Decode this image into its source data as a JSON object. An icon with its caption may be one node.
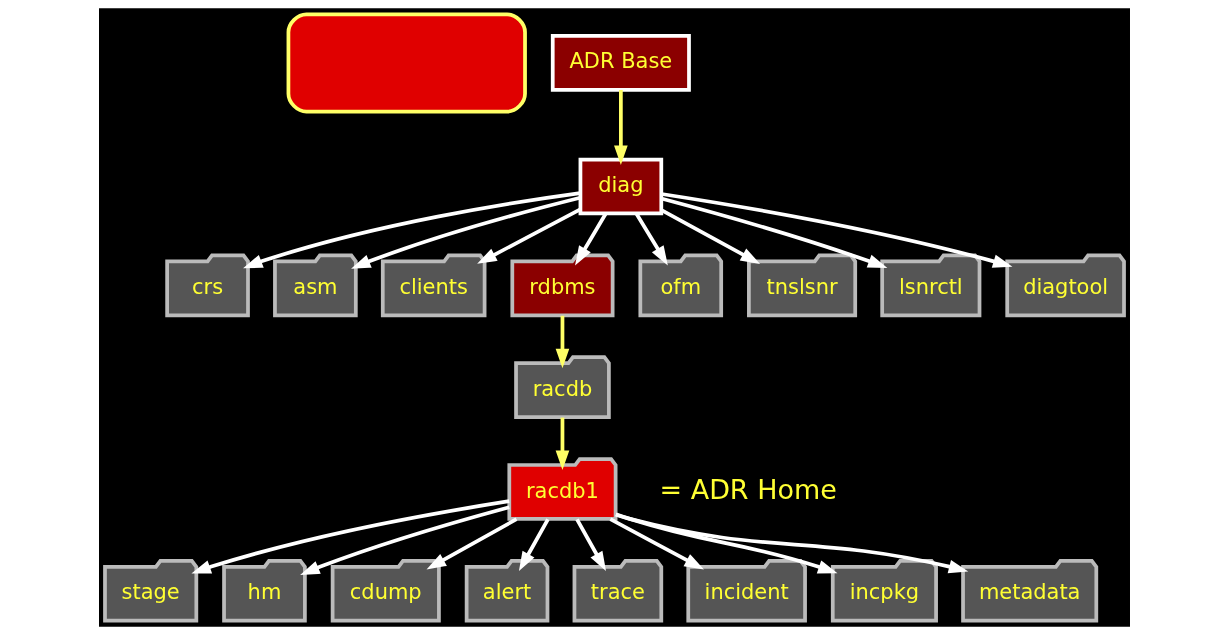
{
  "diagram": {
    "nodes": [
      {
        "text": [],
        "shape": "box"
      },
      {
        "text": [
          "ADR Base"
        ]
      },
      {
        "text": [
          "diag"
        ]
      },
      {
        "text": [
          "crs"
        ]
      },
      {
        "text": [
          "asm"
        ]
      },
      {
        "text": [
          "clients"
        ]
      },
      {
        "text": [
          "rdbms"
        ]
      },
      {
        "text": [
          "ofm"
        ]
      },
      {
        "text": [
          "tnslsnr"
        ]
      },
      {
        "text": [
          "lsnrctl"
        ]
      },
      {
        "text": [
          "diagtool"
        ]
      },
      {
        "text": [
          "racdb"
        ]
      },
      {
        "text": [
          "racdb1"
        ],
        "beside": [
          "= ADR Home"
        ]
      },
      {
        "text": [
          "stage"
        ]
      },
      {
        "text": [
          "hm"
        ]
      },
      {
        "text": [
          "cdump"
        ]
      },
      {
        "text": [
          "alert"
        ]
      },
      {
        "text": [
          "trace"
        ]
      },
      {
        "text": [
          "incident"
        ]
      },
      {
        "text": [
          "incpkg"
        ]
      },
      {
        "text": [
          "metadata"
        ]
      }
    ],
    "edges": [
      {
        "from": 1,
        "to": 2,
        "arrow": "to",
        "color": "#ffff66"
      },
      {
        "from": 2,
        "to": 3,
        "arrow": "to"
      },
      {
        "from": 2,
        "to": 4,
        "arrow": "to"
      },
      {
        "from": 2,
        "to": 5,
        "arrow": "to"
      },
      {
        "from": 2,
        "to": 6,
        "arrow": "to"
      },
      {
        "from": 2,
        "to": 7,
        "arrow": "to"
      },
      {
        "from": 2,
        "to": 8,
        "arrow": "to"
      },
      {
        "from": 2,
        "to": 9,
        "arrow": "to"
      },
      {
        "from": 2,
        "to": 10,
        "arrow": "to"
      },
      {
        "from": 6,
        "to": 11,
        "arrow": "to",
        "color": "#ffff66"
      },
      {
        "from": 11,
        "to": 12,
        "arrow": "to",
        "color": "#ffff66"
      },
      {
        "from": 12,
        "to": 13,
        "arrow": "to"
      },
      {
        "from": 12,
        "to": 14,
        "arrow": "to"
      },
      {
        "from": 12,
        "to": 15,
        "arrow": "to"
      },
      {
        "from": 12,
        "to": 16,
        "arrow": "to"
      },
      {
        "from": 12,
        "to": 17,
        "arrow": "to"
      },
      {
        "from": 12,
        "to": 18,
        "arrow": "to"
      },
      {
        "from": 12,
        "to": 19,
        "arrow": "to"
      },
      {
        "from": 12,
        "to": 20,
        "arrow": "to"
      }
    ]
  }
}
